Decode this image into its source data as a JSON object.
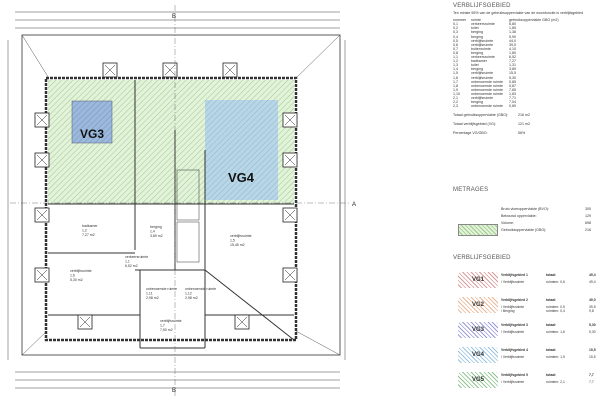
{
  "plan": {
    "section_labels": [
      "B",
      "B",
      "A"
    ],
    "zones": [
      "VG3",
      "VG4"
    ],
    "rooms": [
      {
        "name": "badkamer",
        "num": "1,2",
        "area": "7,27 m2"
      },
      {
        "name": "berging",
        "num": "1,4",
        "area": "3,89 m2"
      },
      {
        "name": "verblijfsruimte",
        "num": "1,5",
        "area": "15,45 m2"
      },
      {
        "name": "verblijfsruimte",
        "num": "1,6",
        "area": "5,30 m2"
      },
      {
        "name": "verkeersruimte",
        "num": "1,1",
        "area": "6,52 m2"
      },
      {
        "name": "verblijfsruimte",
        "num": "1,7",
        "area": "7,50 m2"
      },
      {
        "name": "onbenoemde ruimte",
        "num": "1,11",
        "area": "2,98 m2"
      },
      {
        "name": "onbenoemde ruimte",
        "num": "1,12",
        "area": "2,98 m2"
      }
    ]
  },
  "panel": {
    "title": "VERBLIJFSGEBIED",
    "intro": "Ten minste 55% van de gebruiksoppervlakte van de woonfunctie is verblijfsgebied",
    "headers": [
      "nummer",
      "ruimte",
      "gebruiksoppervlakte GBO (m2)"
    ],
    "rows": [
      [
        "0,1",
        "verkeersruimte",
        "6,80"
      ],
      [
        "0,2",
        "toilet",
        "1,85"
      ],
      [
        "0,3",
        "berging",
        "1,38"
      ],
      [
        "0,4",
        "berging",
        "5,90"
      ],
      [
        "0,5",
        "verblijfsruimte",
        "44,0"
      ],
      [
        "0,6",
        "verblijfsruimte",
        "39,5"
      ],
      [
        "0,7",
        "buitenruimte",
        "4,10"
      ],
      [
        "0,8",
        "berging",
        "1,80"
      ],
      [
        "1,1",
        "verkeersruimte",
        "6,52"
      ],
      [
        "1,2",
        "badkamer",
        "7,27"
      ],
      [
        "1,3",
        "toilet",
        "1,31"
      ],
      [
        "1,4",
        "berging",
        "3,89"
      ],
      [
        "1,5",
        "verblijfsruimte",
        "15,5"
      ],
      [
        "1,6",
        "verblijfsruimte",
        "5,30"
      ],
      [
        "1,7",
        "onbenoemde ruimte",
        "0,85"
      ],
      [
        "1,8",
        "onbenoemde ruimte",
        "0,87"
      ],
      [
        "1,9",
        "onbenoemde ruimte",
        "7,65"
      ],
      [
        "1,10",
        "onbenoemde ruimte",
        "1,83"
      ],
      [
        "2,1",
        "verblijfsruimte",
        "7,71"
      ],
      [
        "2,2",
        "berging",
        "7,04"
      ],
      [
        "2,3",
        "onbenoemde ruimte",
        "0,89"
      ]
    ],
    "totals": [
      [
        "Totaal gebruiksoppervlakte (GBO):",
        "216 m2"
      ],
      [
        "Totaal verblijfsgebied (VG):",
        "121 m2"
      ],
      [
        "Percentage VG/GBO:",
        "56%"
      ]
    ],
    "metrages_title": "METRAGES",
    "metrages": [
      [
        "Bruto vloeroppervlakte (BVO):",
        "300"
      ],
      [
        "Bebouwd oppervlakte:",
        "129"
      ],
      [
        "Volume:",
        "698"
      ],
      [
        "Gebruiksoppervlakte (GBO):",
        "216"
      ]
    ],
    "vg_title": "VERBLIJFSGEBIED",
    "vg": [
      {
        "label": "VG1",
        "color": "#d99a9a",
        "lines": [
          [
            "Verblijfsgebied 1",
            "totaal:",
            "49,4"
          ],
          [
            "/ Verblijfsruimte",
            "ruimtenr. 0,6",
            "49,4"
          ]
        ]
      },
      {
        "label": "VG2",
        "color": "#e8b898",
        "lines": [
          [
            "Verblijfsgebied 2",
            "totaal:",
            "49,0"
          ],
          [
            "/ Verblijfsruimte",
            "ruimtenr. 0,5",
            "39,5"
          ],
          [
            "/ Berging",
            "ruimtenr. 0,4",
            "9,8"
          ]
        ]
      },
      {
        "label": "VG3",
        "color": "#9a9ad9",
        "lines": [
          [
            "Verblijfsgebied 3",
            "totaal:",
            "5,30"
          ],
          [
            "/ Verblijfsruimte",
            "ruimtenr. 1,6",
            "5,30"
          ]
        ]
      },
      {
        "label": "VG4",
        "color": "#9ac4e0",
        "lines": [
          [
            "Verblijfsgebied 4",
            "totaal:",
            "15,5"
          ],
          [
            "/ Verblijfsruimte",
            "ruimtenr. 1,5",
            "15,5"
          ]
        ]
      },
      {
        "label": "VG5",
        "color": "#8fc48f",
        "lines": [
          [
            "Verblijfsgebied 5",
            "totaal:",
            "7,7"
          ],
          [
            "/ Verblijfsruimte",
            "ruimtenr. 2,1",
            "7,7"
          ]
        ]
      }
    ]
  }
}
